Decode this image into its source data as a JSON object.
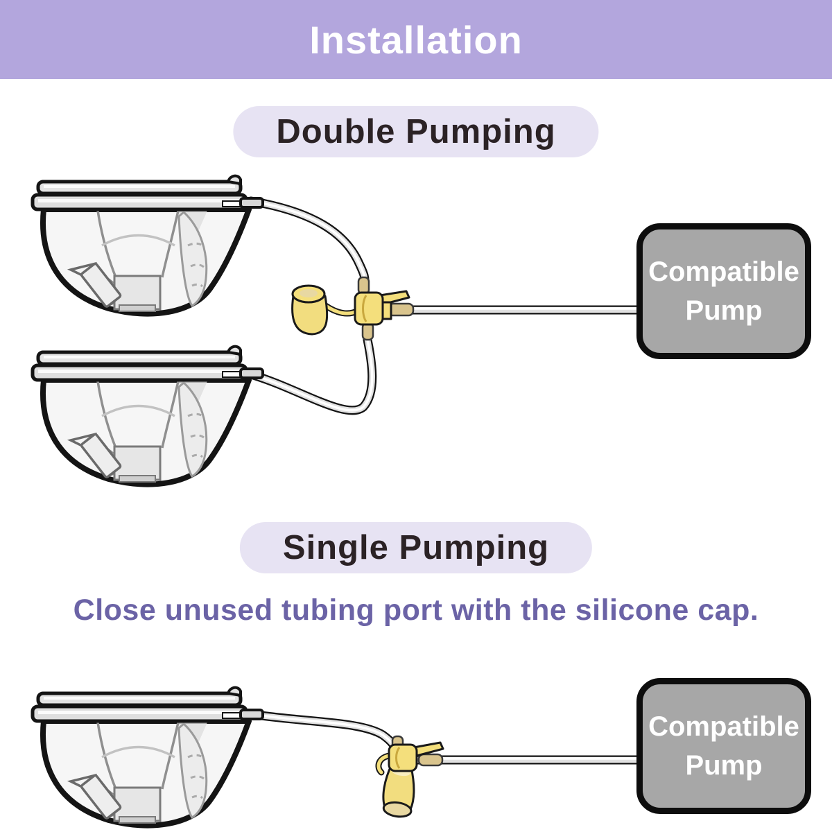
{
  "header": {
    "title": "Installation"
  },
  "double_section": {
    "label": "Double Pumping"
  },
  "single_section": {
    "label": "Single Pumping",
    "note": "Close unused tubing port with the silicone cap."
  },
  "pump_box": {
    "line1": "Compatible",
    "line2": "Pump"
  },
  "colors": {
    "header_bg": "#b3a6dd",
    "header_text": "#ffffff",
    "pill_bg": "#e7e3f3",
    "pill_text": "#2b2225",
    "note_text": "#6b63a6",
    "pump_box_fill": "#a7a7a7",
    "pump_box_border": "#0d0d0d",
    "pump_box_text": "#ffffff",
    "connector_yellow": "#f4df7c",
    "cap_yellow": "#f2dd7f",
    "cap_inner": "#e8d8a2",
    "tube_tip_tan": "#d9c48d",
    "outline_black": "#141414"
  }
}
